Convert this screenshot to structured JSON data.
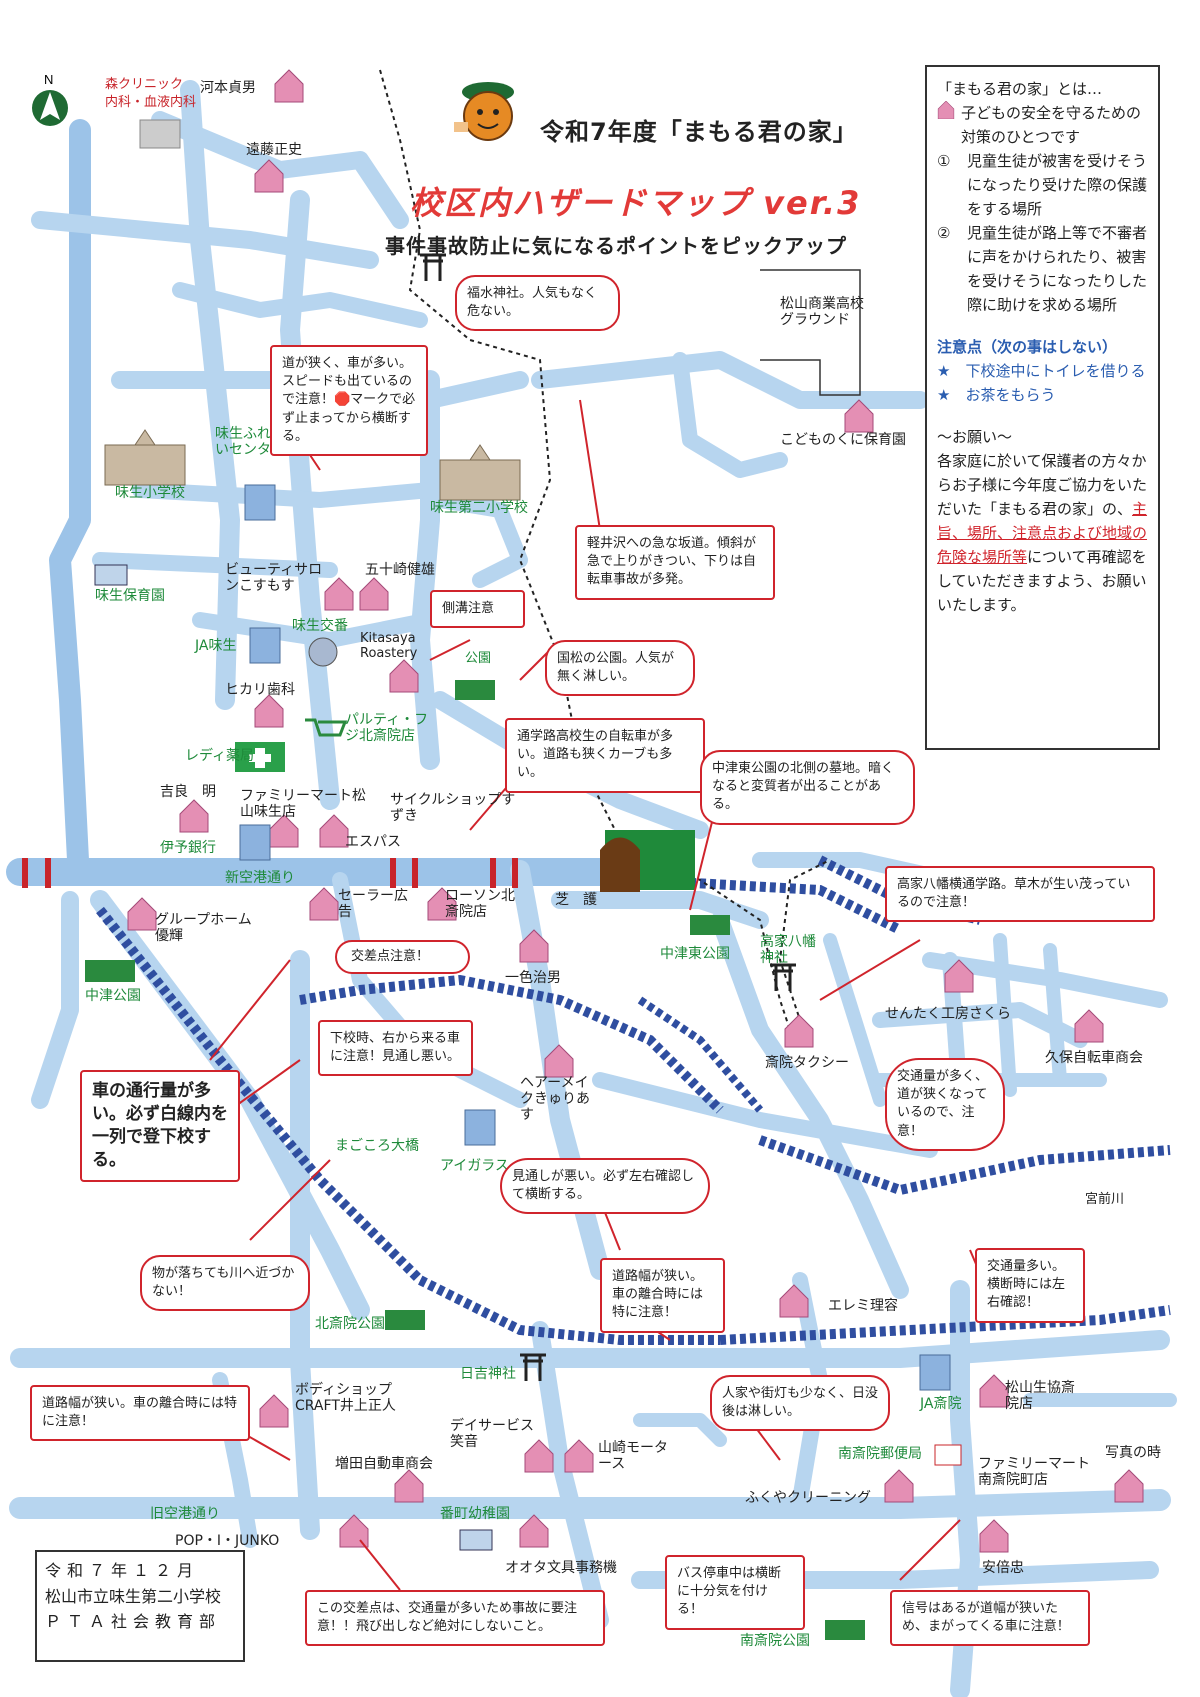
{
  "header": {
    "title_line1": "令和7年度「まもる君の家」",
    "title_line2": "校区内ハザードマップ ver.3",
    "title_line3": "事件事故防止に気になるポイントをピックアップ"
  },
  "compass": {
    "label": "N"
  },
  "legend": {
    "heading": "「まもる君の家」とは…",
    "intro": "子どもの安全を守るための対策のひとつです",
    "items": [
      {
        "num": "①",
        "text": "児童生徒が被害を受けそうになったり受けた際の保護をする場所"
      },
      {
        "num": "②",
        "text": "児童生徒が路上等で不審者に声をかけられたり、被害を受けそうになったりした際に助けを求める場所"
      }
    ],
    "caution_heading": "注意点（次の事はしない）",
    "cautions": [
      "★　下校途中にトイレを借りる",
      "★　お茶をもらう"
    ],
    "request_heading": "～お願い～",
    "request_text_1": "各家庭に於いて保護者の方々からお子様に今年度ご協力をいただいた「まもる君の家」の、",
    "request_underline": "主旨、場所、注意点および地域の危険な場所等",
    "request_text_2": "について再確認をしていただきますよう、お願いいたします。"
  },
  "credit": {
    "line1": "令和７年１２月",
    "line2": "松山市立味生第二小学校",
    "line3": "ＰＴＡ社会教育部"
  },
  "places": {
    "mori_clinic": "森クリニック",
    "mori_clinic_sub": "内科・血液内科",
    "kawamoto": "河本貞男",
    "endo": "遠藤正史",
    "fukusui": "福水神社",
    "matsusho": "松山商業高校グラウンド",
    "kodomonokuni": "こどものくに保育園",
    "ajifureai": "味生ふれあいセンター",
    "ajisho": "味生小学校",
    "ajisho2": "味生第二小学校",
    "ajihoiku": "味生保育園",
    "beauty": "ビューティサロンこすもす",
    "isogi": "五十崎健雄",
    "koban": "味生交番",
    "kitasaya": "Kitasaya Roastery",
    "ja_aji": "JA味生",
    "hikari": "ヒカリ歯科",
    "koen": "公園",
    "paruti": "パルティ・フジ北斎院店",
    "lady": "レディ薬局",
    "yoshira": "吉良　明",
    "famima1": "ファミリーマート松山味生店",
    "cycle": "サイクルショップすずき",
    "iyo": "伊予銀行",
    "espas": "エスパス",
    "shinkuko": "新空港通り",
    "group": "グループホーム優輝",
    "sailor": "セーラー広告",
    "lawson": "ローソン北斎院店",
    "shiba": "芝　護",
    "nakatsuhigashi": "中津東公園",
    "takaie_jinja": "高家八幡神社",
    "nakatsu": "中津公園",
    "isshiki": "一色治男",
    "sentaku": "せんたく工房さくら",
    "kubo": "久保自転車商会",
    "saiin_taxi": "斎院タクシー",
    "hairmake": "ヘアーメイクきゅりあす",
    "aigarasu": "アイガラス",
    "magokoro": "まごころ大橋",
    "miyamae": "宮前川",
    "emi": "エレミ理容",
    "kitasaiin_koen": "北斎院公園",
    "hiyoshi": "日吉神社",
    "ja_saiin": "JA斎院",
    "matsuyama_seikyo": "松山生協斎院店",
    "body": "ボディショップCRAFT井上正人",
    "day": "デイサービス笑音",
    "yamasaki": "山崎モータース",
    "masuda": "増田自動車商会",
    "minami_post": "南斎院郵便局",
    "famima2": "ファミリーマート南斎院町店",
    "photo": "写真の時",
    "fukuya": "ふくやクリーニング",
    "kyukuko": "旧空港通り",
    "banmachi": "番町幼稚園",
    "pop": "POP・I・JUNKO",
    "otaota": "オオタ文具事務機",
    "abe": "安倍忠",
    "minami_koen": "南斎院公園"
  },
  "callouts": {
    "fukusui": "福水神社。人気もなく危ない。",
    "narrow1": "道が狭く、車が多い。スピードも出ているので注意！🛑マークで必ず止まってから横断する。",
    "karuizawa": "軽井沢への急な坂道。傾斜が急で上りがきつい、下りは自転車事故が多発。",
    "sokko": "側溝注意",
    "kunimatsu": "国松の公園。人気が無く淋しい。",
    "tsugakuro": "通学路高校生の自転車が多い。道路も狭くカーブも多い。",
    "bochi": "中津東公園の北側の墓地。暗くなると変質者が出ることがある。",
    "takaie": "高家八幡横通学路。草木が生い茂っているので注意！",
    "kosaten": "交差点注意！",
    "gekou": "下校時、右から来る車に注意！見通し悪い。",
    "tsuko": "車の通行量が多い。必ず白線内を一列で登下校する。",
    "kotsuryo": "交通量が多く、道が狭くなっているので、注意！",
    "mitooshi": "見通しが悪い。必ず左右確認して横断する。",
    "kawa": "物が落ちても川へ近づかない！",
    "rigo": "道路幅が狭い。車の離合時には特に注意！",
    "odan": "交通量多い。横断時には左右確認！",
    "hitoke": "人家や街灯も少なく、日没後は淋しい。",
    "rigo2": "道路幅が狭い。車の離合時には特に注意！",
    "bus": "バス停車中は横断に十分気を付ける！",
    "kosaten2": "この交差点は、交通量が多いため事故に要注意！！飛び出しなど絶対にしないこと。",
    "shingo": "信号はあるが道幅が狭いため、まがってくる車に注意！"
  }
}
